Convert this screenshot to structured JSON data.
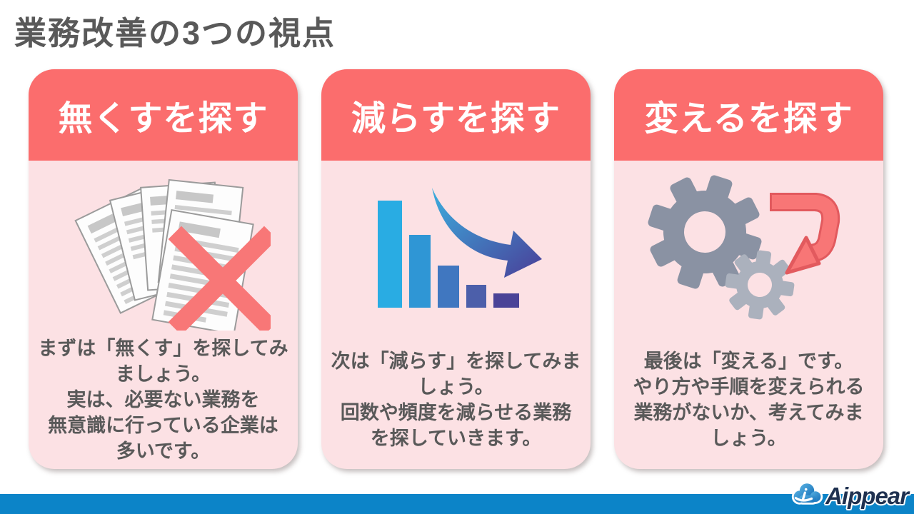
{
  "slide": {
    "title": "業務改善の3つの視点"
  },
  "cards": [
    {
      "header": "無くすを探す",
      "icon": "documents-x-icon",
      "body_lines": [
        "まずは「無くす」を探してみ",
        "ましょう。",
        "実は、必要ない業務を",
        "無意識に行っている企業は",
        "多いです。"
      ]
    },
    {
      "header": "減らすを探す",
      "icon": "declining-bar-chart-icon",
      "body_lines": [
        "次は「減らす」を探してみま",
        "しょう。",
        "回数や頻度を減らせる業務",
        "を探していきます。"
      ]
    },
    {
      "header": "変えるを探す",
      "icon": "gears-icon",
      "body_lines": [
        "最後は「変える」です。",
        "やり方や手順を変えられる",
        "業務がないか、考えてみま",
        "しょう。"
      ]
    }
  ],
  "footer": {
    "logo_text": "Aippear"
  },
  "colors": {
    "header_red": "#FB6D6D",
    "body_pink": "#FCE1E4",
    "title_gray": "#595959",
    "footer_blue": "#0C84C8",
    "x_mark_red": "#F87777",
    "chart_cyan": "#29ACE3",
    "chart_purple": "#4A4397",
    "gear_gray": "#8A92A3"
  }
}
